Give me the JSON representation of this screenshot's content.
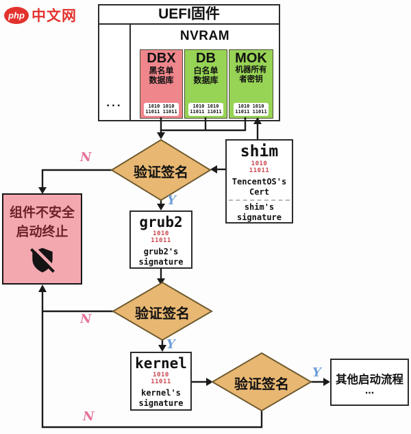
{
  "watermark": {
    "logo": "php",
    "site": "中文网"
  },
  "uefi": {
    "title": "UEFI固件",
    "dots": "...",
    "nvram": "NVRAM",
    "stores": [
      {
        "name": "DBX",
        "desc1": "黑名单",
        "desc2": "数据库",
        "bin1": "1010 1010",
        "bin2": "11011 11011"
      },
      {
        "name": "DB",
        "desc1": "白名单",
        "desc2": "数据库",
        "bin1": "1010 1010",
        "bin2": "11011 11011"
      },
      {
        "name": "MOK",
        "desc1": "机器所有",
        "desc2": "者密钥",
        "bin1": "1010 1010",
        "bin2": "11011 11011"
      }
    ]
  },
  "shim": {
    "title": "shim",
    "bin1": "1010",
    "bin2": "11011",
    "cert1": "TencentOS's",
    "cert2": "Cert",
    "sig1": "shim's",
    "sig2": "signature"
  },
  "grub2": {
    "title": "grub2",
    "bin1": "1010",
    "bin2": "11011",
    "sig1": "grub2's",
    "sig2": "signature"
  },
  "kernel": {
    "title": "kernel",
    "bin1": "1010",
    "bin2": "11011",
    "sig1": "kernel's",
    "sig2": "signature"
  },
  "terminate": {
    "line1": "组件不安全",
    "line2": "启动终止"
  },
  "other": {
    "label": "其他启动流程",
    "dots": "..."
  },
  "decisions": {
    "verify1": "验证签名",
    "verify2": "验证签名",
    "verify3": "验证签名"
  },
  "branches": {
    "n1": "N",
    "y1": "Y",
    "n2": "N",
    "y2": "Y",
    "y3": "Y",
    "n3": "N"
  },
  "colors": {
    "store_red": "#ee868c",
    "store_green": "#97d355",
    "diamond_fill": "#e8b772",
    "terminate_bg": "#f3a8b0",
    "terminate_text": "#6e2028",
    "binary_red": "#c9464c",
    "label_no": "#e5739b",
    "label_yes": "#6f9fd8",
    "line": "#1a1a1a",
    "brand_red": "#e2322e"
  }
}
